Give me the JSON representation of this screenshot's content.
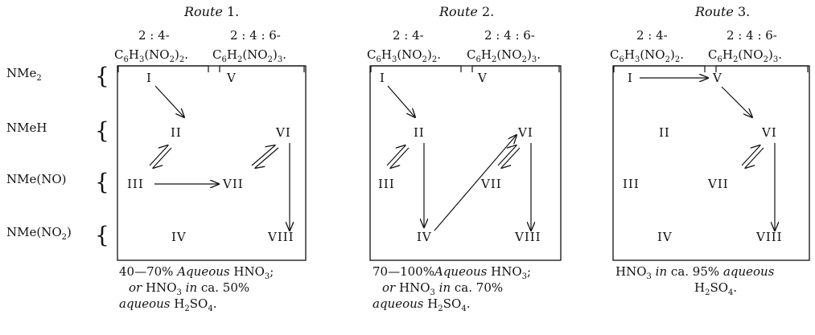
{
  "routes": [
    {
      "title": "Route",
      "number": "1.",
      "col1_top": "2 : 4-",
      "col1_formula": {
        "pre": "C",
        "s1": "6",
        "mid": "H",
        "s2": "3",
        "grp": "(NO",
        "s3": "2",
        "close": ")",
        "s4": "2",
        "end": "."
      },
      "col2_top": "2 : 4 : 6-",
      "col2_formula": {
        "pre": "C",
        "s1": "6",
        "mid": "H",
        "s2": "2",
        "grp": "(NO",
        "s3": "2",
        "close": ")",
        "s4": "3",
        "end": "."
      },
      "nodes": {
        "I": "I",
        "II": "II",
        "III": "III",
        "IV": "IV",
        "V": "V",
        "VI": "VI",
        "VII": "VII",
        "VIII": "VIII"
      },
      "condition": {
        "l1_a": "40—70%",
        "l1_b": "Aqueous",
        "l1_c": "HNO",
        "l1_s": "3",
        "l1_d": ";",
        "l2_a": "or",
        "l2_b": "HNO",
        "l2_s": "3",
        "l2_c": "in",
        "l2_d": "ca. 50%",
        "l3_a": "aqueous",
        "l3_b": "H",
        "l3_s1": "2",
        "l3_c": "SO",
        "l3_s2": "4",
        "l3_d": "."
      }
    },
    {
      "title": "Route",
      "number": "2.",
      "col1_top": "2 : 4-",
      "col1_formula": {
        "pre": "C",
        "s1": "6",
        "mid": "H",
        "s2": "3",
        "grp": "(NO",
        "s3": "2",
        "close": ")",
        "s4": "2",
        "end": "."
      },
      "col2_top": "2 : 4 : 6-",
      "col2_formula": {
        "pre": "C",
        "s1": "6",
        "mid": "H",
        "s2": "2",
        "grp": "(NO",
        "s3": "2",
        "close": ")",
        "s4": "3",
        "end": "."
      },
      "nodes": {
        "I": "I",
        "II": "II",
        "III": "III",
        "IV": "IV",
        "V": "V",
        "VI": "VI",
        "VII": "VII",
        "VIII": "VIII"
      },
      "condition": {
        "l1_a": "70—100%",
        "l1_b": "Aqueous",
        "l1_c": "HNO",
        "l1_s": "3",
        "l1_d": ";",
        "l2_a": "or",
        "l2_b": "HNO",
        "l2_s": "3",
        "l2_c": "in",
        "l2_d": "ca. 70%",
        "l3_a": "aqueous",
        "l3_b": "H",
        "l3_s1": "2",
        "l3_c": "SO",
        "l3_s2": "4",
        "l3_d": "."
      }
    },
    {
      "title": "Route",
      "number": "3.",
      "col1_top": "2 : 4-",
      "col1_formula": {
        "pre": "C",
        "s1": "6",
        "mid": "H",
        "s2": "3",
        "grp": "(NO",
        "s3": "2",
        "close": ")",
        "s4": "2",
        "end": "."
      },
      "col2_top": "2 : 4 : 6-",
      "col2_formula": {
        "pre": "C",
        "s1": "6",
        "mid": "H",
        "s2": "2",
        "grp": "(NO",
        "s3": "2",
        "close": ")",
        "s4": "3",
        "end": "."
      },
      "nodes": {
        "I": "I",
        "II": "II",
        "III": "III",
        "IV": "IV",
        "V": "V",
        "VI": "VI",
        "VII": "VII",
        "VIII": "VIII"
      },
      "condition": {
        "l1_a": "HNO",
        "l1_s": "3",
        "l1_b": "in",
        "l1_c": "ca. 95%",
        "l1_d": "aqueous",
        "l2_a": "H",
        "l2_s1": "2",
        "l2_b": "SO",
        "l2_s2": "4",
        "l2_c": "."
      }
    }
  ],
  "row_labels": [
    {
      "base": "NMe",
      "sub": "2",
      "tail": ""
    },
    {
      "base": "NMeH",
      "sub": "",
      "tail": ""
    },
    {
      "base": "NMe(NO)",
      "sub": "",
      "tail": ""
    },
    {
      "base": "NMe(NO",
      "sub": "2",
      "tail": ")"
    }
  ],
  "brace_glyph": "{"
}
